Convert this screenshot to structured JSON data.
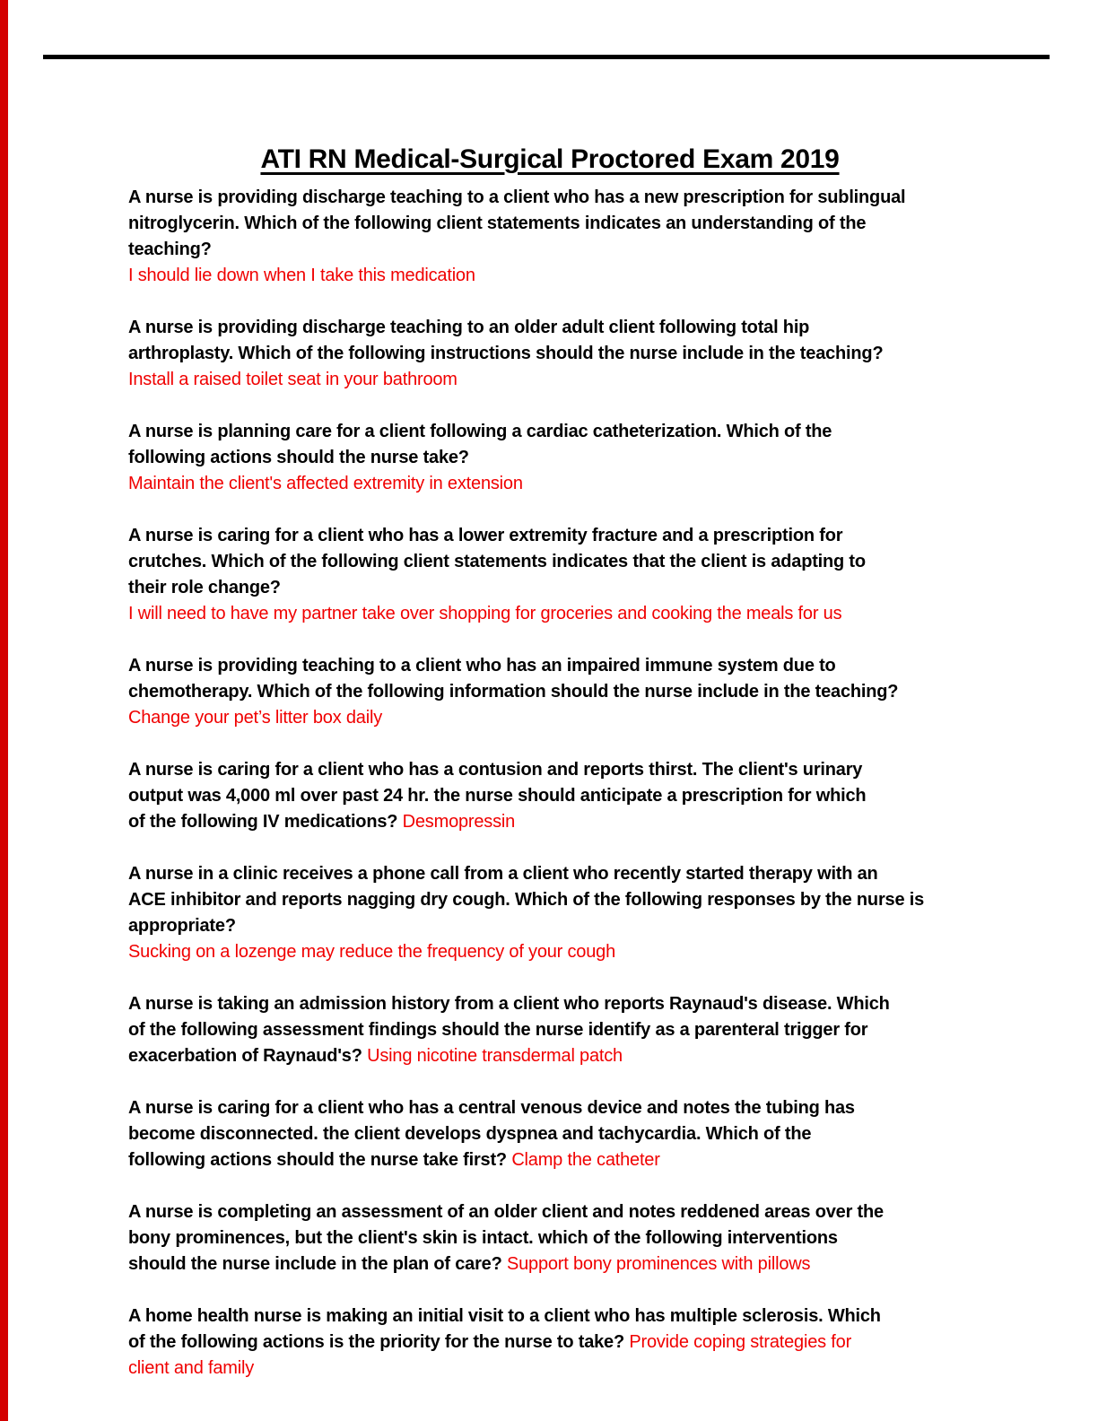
{
  "title": "ATI RN Medical-Surgical Proctored Exam 2019",
  "colors": {
    "answer_red": "#f00000",
    "edge_ribbon_red": "#d40000",
    "question_black": "#000000",
    "page_background": "#ffffff"
  },
  "questions": [
    {
      "question": "A nurse is providing discharge teaching to a client who has a new prescription for sublingual\nnitroglycerin. Which of the following client statements indicates an understanding of the\nteaching?",
      "answer": "I should lie down when I take this medication",
      "answer_inline": false
    },
    {
      "question": "A nurse is providing discharge teaching to an older adult client following total hip\narthroplasty. Which of the following instructions should the nurse include in the teaching?",
      "answer": "Install a raised toilet seat in your bathroom",
      "answer_inline": false
    },
    {
      "question": "A nurse is planning care for a client following a cardiac catheterization. Which of the\nfollowing actions should the nurse take?",
      "answer": "Maintain the client's affected extremity in extension",
      "answer_inline": false
    },
    {
      "question": "A nurse is caring for a client who has a lower extremity fracture and a prescription for\ncrutches. Which of the following client statements indicates that the client is adapting to\ntheir role change?",
      "answer": "I will need to have my partner take over shopping for groceries and cooking the meals for us",
      "answer_inline": false
    },
    {
      "question": "A nurse is providing teaching to a client who has an impaired immune system due to\nchemotherapy. Which of the following information should the nurse include in the teaching?",
      "answer": "Change your pet’s litter box daily",
      "answer_inline": false
    },
    {
      "question": "A nurse is caring for a client who has a contusion and reports thirst. The client's urinary\noutput was 4,000 ml over past 24 hr. the nurse should anticipate a prescription for which\nof the following IV medications?",
      "answer": "Desmopressin",
      "answer_inline": true
    },
    {
      "question": "A nurse in a clinic receives a phone call from a client who recently started therapy with an\nACE inhibitor and reports nagging dry cough. Which of the following responses by the nurse is\nappropriate?",
      "answer": "Sucking on a lozenge may reduce the frequency of your cough",
      "answer_inline": false
    },
    {
      "question": "A nurse is taking an admission history from a client who reports Raynaud's disease. Which\nof the following assessment findings should the nurse identify as a parenteral trigger for\nexacerbation of Raynaud's?",
      "answer": "Using nicotine transdermal patch",
      "answer_inline": true
    },
    {
      "question": "A nurse is caring for a client who has a central venous device and notes the tubing has\nbecome disconnected. the client develops dyspnea and tachycardia. Which of the\nfollowing actions should the nurse take first?",
      "answer": "Clamp the catheter",
      "answer_inline": true
    },
    {
      "question": "A nurse is completing an assessment of an older client and notes reddened areas over the\nbony prominences, but the client's skin is intact. which of the following interventions\nshould the nurse include in the plan of care?",
      "answer": "Support bony prominences with pillows",
      "answer_inline": true
    },
    {
      "question": "A home health nurse is making an initial visit to a client who has multiple sclerosis. Which\nof the following actions is the priority for the nurse to take?",
      "answer": "Provide coping strategies for\nclient and family",
      "answer_inline": true
    }
  ]
}
